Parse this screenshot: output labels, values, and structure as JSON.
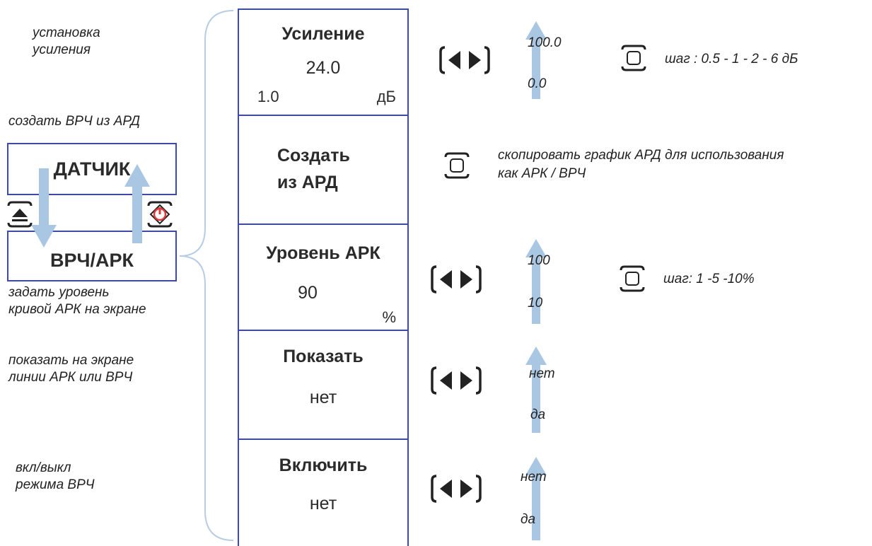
{
  "left_notes": {
    "gain": "установка\nусиления",
    "create": "создать ВРЧ из АРД",
    "level": "задать уровень\nкривой АРК на экране",
    "show": "показать на экране\nлинии АРК или ВРЧ",
    "enable": "вкл/выкл\nрежима ВРЧ"
  },
  "boxes": {
    "sensor": "ДАТЧИК",
    "tcg": "ВРЧ/АРК"
  },
  "menu": {
    "gain": {
      "title": "Усиление",
      "value": "24.0",
      "step": "1.0",
      "unit": "дБ"
    },
    "create": {
      "title_line1": "Создать",
      "title_line2": "из АРД"
    },
    "level": {
      "title": "Уровень АРК",
      "value": "90",
      "unit": "%"
    },
    "show": {
      "title": "Показать",
      "value": "нет"
    },
    "enable": {
      "title": "Включить",
      "value": "нет"
    }
  },
  "ranges": {
    "gain": {
      "top": "100.0",
      "bottom": "0.0"
    },
    "level": {
      "top": "100",
      "bottom": "10"
    },
    "show": {
      "top": "нет",
      "bottom": "да"
    },
    "enable": {
      "top": "нет",
      "bottom": "да"
    }
  },
  "right_notes": {
    "gain_step": "шаг : 0.5 - 1 - 2  - 6 дБ",
    "create_line1": "скопировать график АРД для использования",
    "create_line2": "как АРК / ВРЧ",
    "level_step": "шаг: 1 -5  -10%"
  },
  "colors": {
    "frame": "#3d4aa8",
    "arrow": "#a9c6e3",
    "power_icon": "#e03a3a",
    "brace": "#b8cde4"
  },
  "icons": [
    "left-right-arrows-icon",
    "enter-button-icon",
    "up-button-icon",
    "power-button-icon"
  ]
}
